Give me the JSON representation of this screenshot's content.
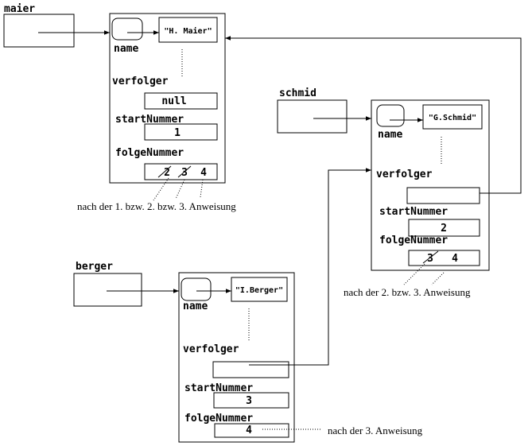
{
  "variables": {
    "maier": "maier",
    "schmid": "schmid",
    "berger": "berger"
  },
  "objects": {
    "maier": {
      "name_value": "\"H. Maier\"",
      "field_name": "name",
      "field_verfolger": "verfolger",
      "verfolger_value": "null",
      "field_startNummer": "startNummer",
      "startNummer_value": "1",
      "field_folgeNummer": "folgeNummer",
      "folgeNummer_values": [
        "2",
        "3",
        "4"
      ]
    },
    "schmid": {
      "name_value": "\"G.Schmid\"",
      "field_name": "name",
      "field_verfolger": "verfolger",
      "field_startNummer": "startNummer",
      "startNummer_value": "2",
      "field_folgeNummer": "folgeNummer",
      "folgeNummer_values": [
        "3",
        "4"
      ]
    },
    "berger": {
      "name_value": "\"I.Berger\"",
      "field_name": "name",
      "field_verfolger": "verfolger",
      "field_startNummer": "startNummer",
      "startNummer_value": "3",
      "field_folgeNummer": "folgeNummer",
      "folgeNummer_value": "4"
    }
  },
  "annotations": {
    "maier_folgeNummer": "nach der 1. bzw. 2. bzw. 3. Anweisung",
    "schmid_folgeNummer": "nach der 2. bzw. 3. Anweisung",
    "berger_folgeNummer": "nach der 3. Anweisung"
  }
}
